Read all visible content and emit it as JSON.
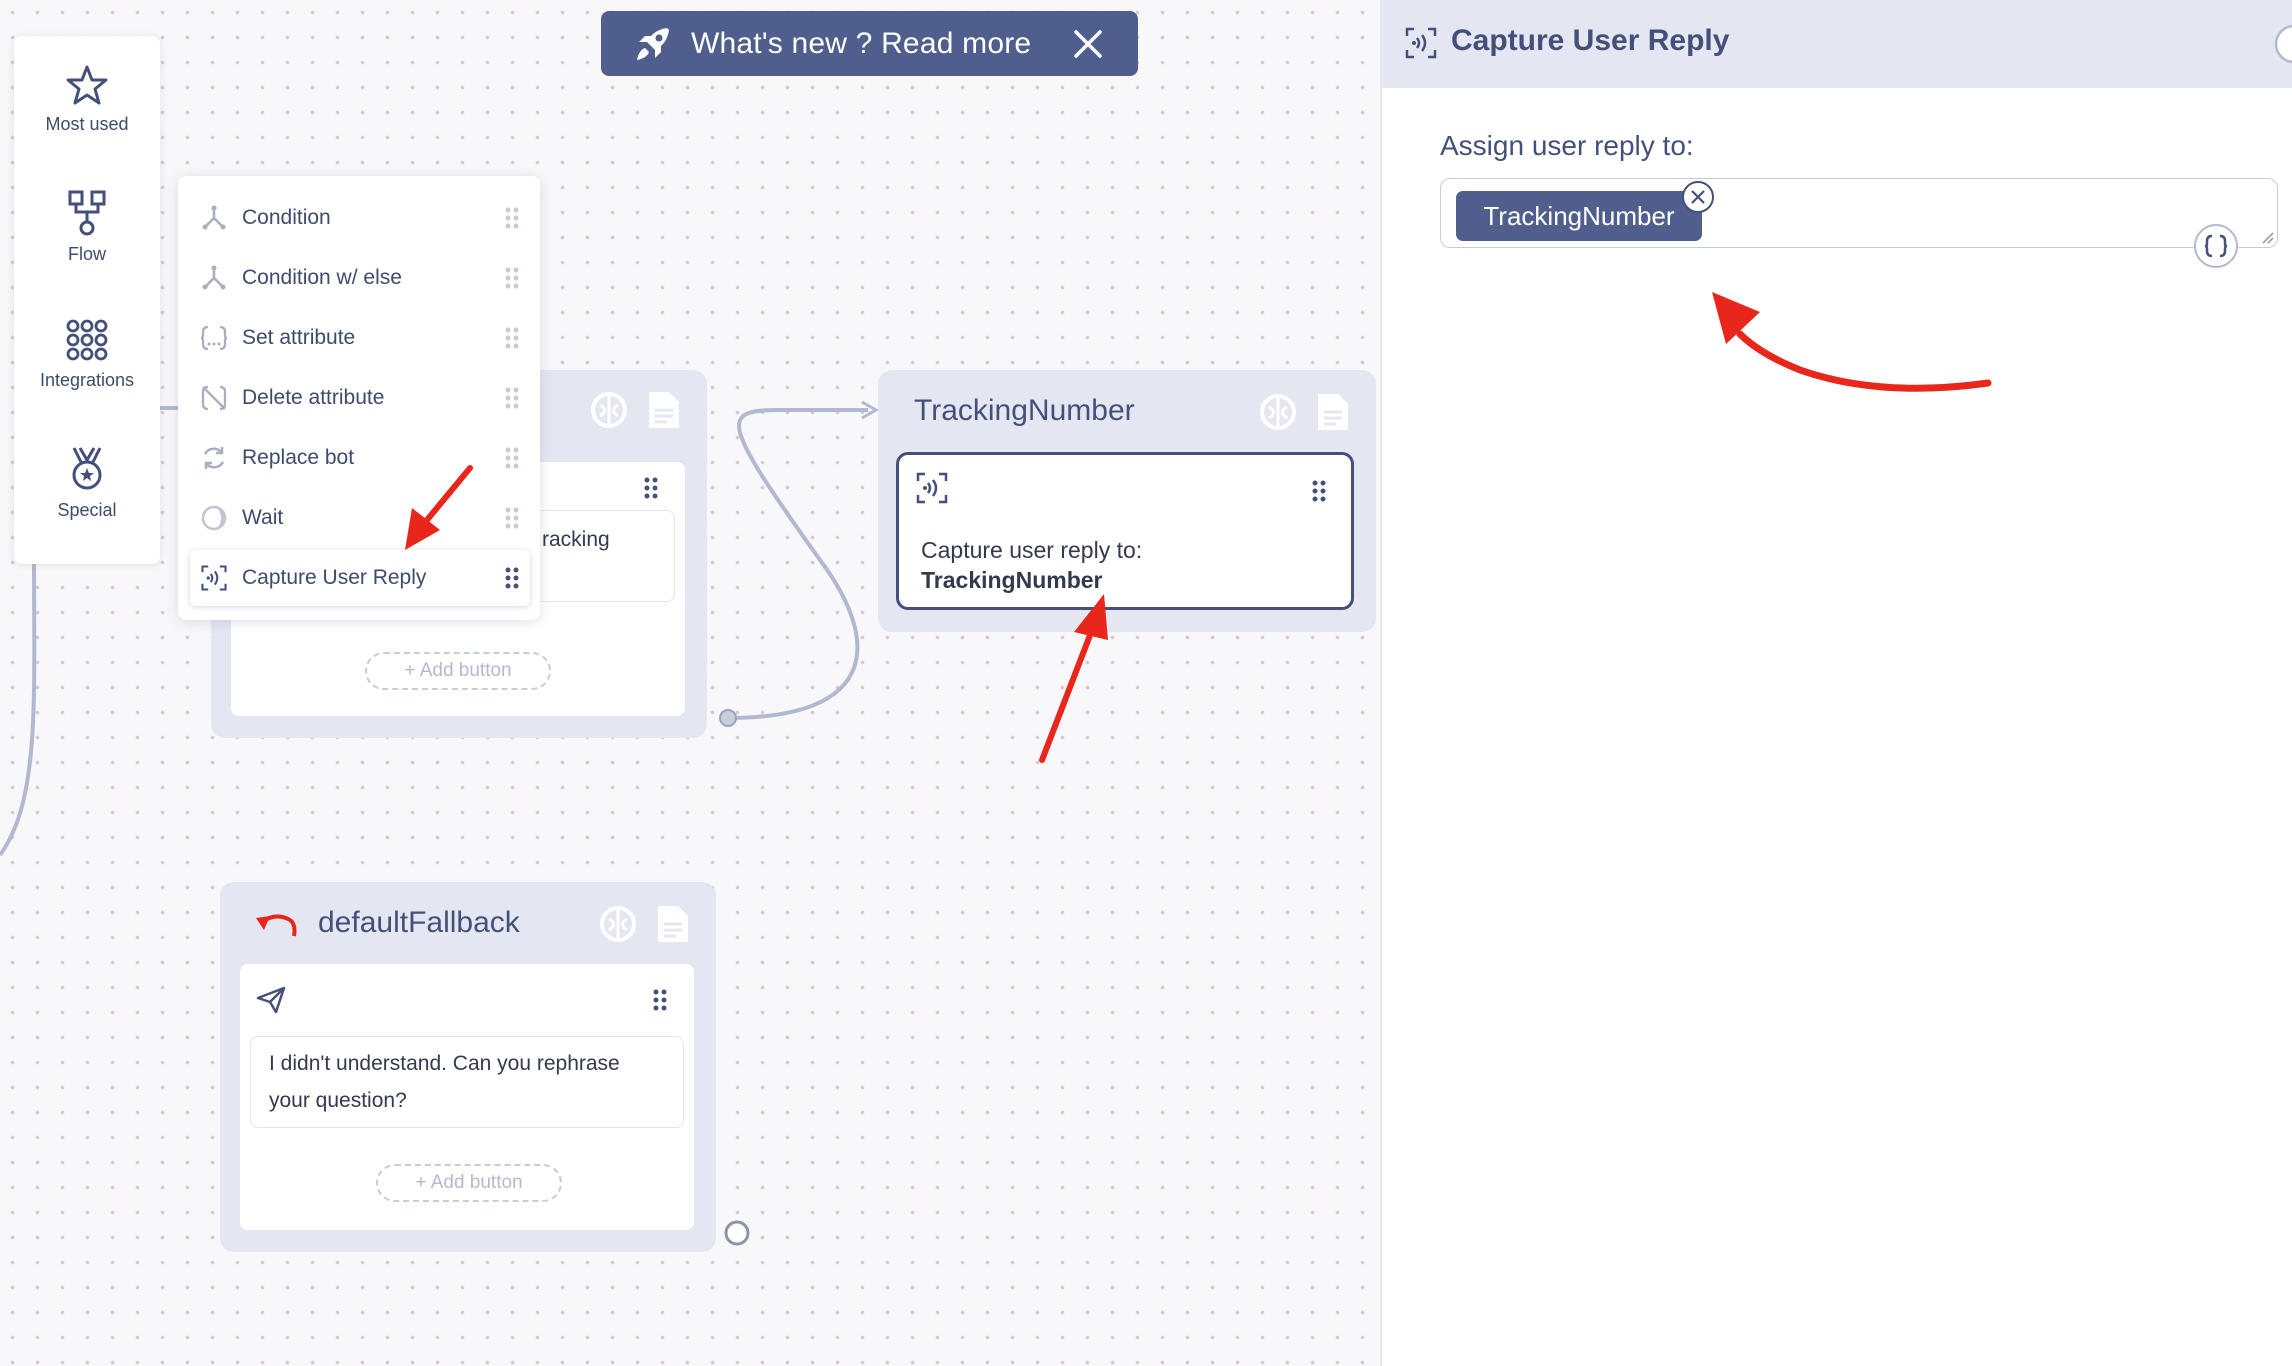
{
  "banner": {
    "text": "What's new ? Read more"
  },
  "sidebar": {
    "items": [
      {
        "label": "Most used",
        "icon": "star-icon"
      },
      {
        "label": "Flow",
        "icon": "flow-icon"
      },
      {
        "label": "Integrations",
        "icon": "integrations-icon"
      },
      {
        "label": "Special",
        "icon": "special-medal-icon"
      }
    ]
  },
  "menu": {
    "items": [
      {
        "label": "Condition",
        "icon": "condition-icon"
      },
      {
        "label": "Condition w/ else",
        "icon": "condition-else-icon"
      },
      {
        "label": "Set attribute",
        "icon": "set-attribute-icon"
      },
      {
        "label": "Delete attribute",
        "icon": "delete-attribute-icon"
      },
      {
        "label": "Replace bot",
        "icon": "replace-bot-icon"
      },
      {
        "label": "Wait",
        "icon": "wait-icon"
      },
      {
        "label": "Capture User Reply",
        "icon": "capture-reply-icon"
      }
    ]
  },
  "nodes": {
    "hidden": {
      "partial_text": "racking",
      "add_button": "+ Add button"
    },
    "tracking": {
      "title": "TrackingNumber",
      "capture_label": "Capture user reply to:",
      "capture_value": "TrackingNumber"
    },
    "fallback": {
      "title": "defaultFallback",
      "message": "I didn't understand. Can you rephrase your question?",
      "add_button": "+ Add button"
    }
  },
  "panel": {
    "title": "Capture User Reply",
    "assign_label": "Assign user reply to:",
    "tag_value": "TrackingNumber"
  },
  "colors": {
    "accent": "#4f5e8d",
    "annotation_arrow": "#e8261b",
    "node_bg": "#e4e7f1",
    "selected_border": "#44507a"
  }
}
